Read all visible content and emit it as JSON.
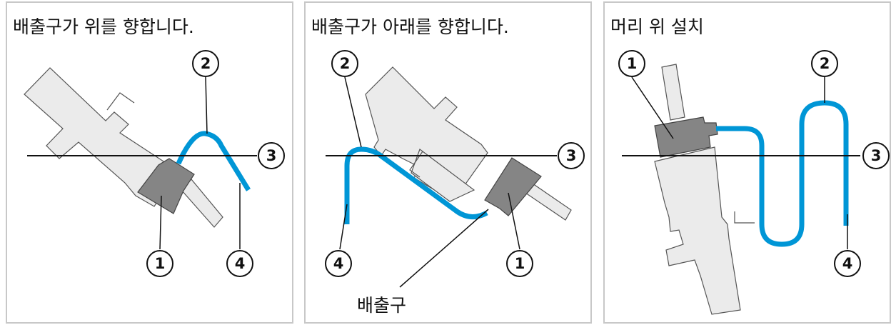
{
  "panels": [
    {
      "title": "배출구가 위를 향합니다."
    },
    {
      "title": "배출구가 아래를 향합니다.",
      "drain_label": "배출구"
    },
    {
      "title": "머리 위 설치"
    }
  ],
  "callouts": {
    "c1": "1",
    "c2": "2",
    "c3": "3",
    "c4": "4"
  },
  "colors": {
    "hose": "#0096d6",
    "body_fill": "#ebebeb",
    "head_fill": "#858585",
    "outline": "#555555",
    "panel_border": "#c8c8c8"
  }
}
